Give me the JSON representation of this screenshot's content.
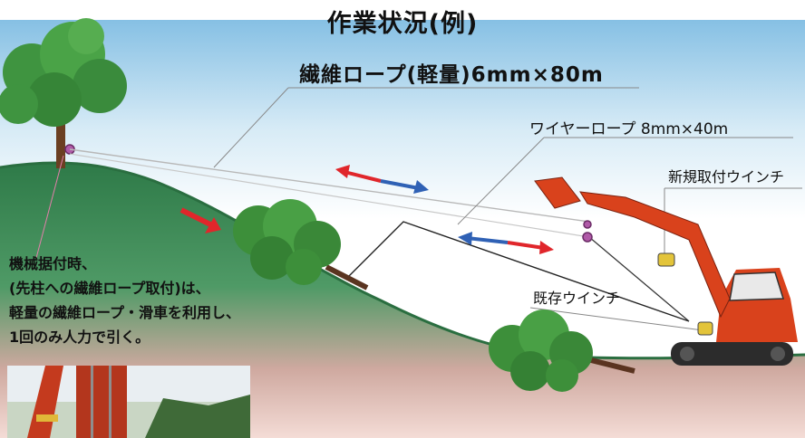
{
  "title": "作業状況(例)",
  "labels": {
    "fiber_rope": "繊維ロープ(軽量)6mm×80m",
    "wire_rope": "ワイヤーロープ 8mm×40m",
    "new_winch": "新規取付ウインチ",
    "existing_winch": "既存ウインチ"
  },
  "note": {
    "lines": [
      "機械据付時、",
      "(先柱への繊維ロープ取付)は、",
      "軽量の繊維ロープ・滑車を利用し、",
      "1回のみ人力で引く。"
    ]
  },
  "colors": {
    "sky_top": "#8ec4e6",
    "hill_green": "#2f7d4a",
    "ground_pink": "#e6b9b0",
    "arrow_red": "#e0262b",
    "arrow_blue": "#2f61b5",
    "excavator_orange": "#d9421c",
    "tree_green": "#3d8f3a"
  },
  "icons": [
    "tree",
    "felled-tree",
    "excavator",
    "double-arrow",
    "pulley"
  ]
}
